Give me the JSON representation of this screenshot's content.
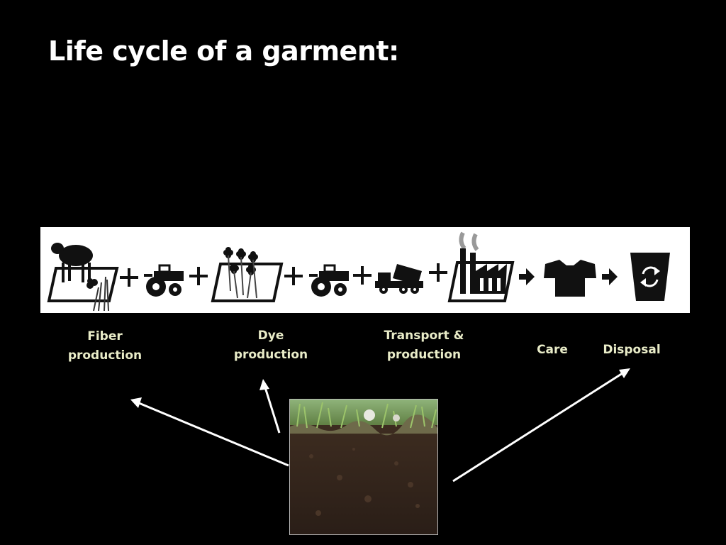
{
  "title": "Life cycle of a garment:",
  "stages": {
    "fiber": {
      "line1": "Fiber",
      "line2": "production"
    },
    "dye": {
      "line1": "Dye",
      "line2": "production"
    },
    "transport": {
      "line1": "Transport &",
      "line2": "production"
    },
    "care": {
      "line1": "Care"
    },
    "disposal": {
      "line1": "Disposal"
    }
  },
  "icons": [
    "sheep-icon",
    "clover-field-icon",
    "tractor-icon",
    "truck-icon",
    "factory-icon",
    "tshirt-icon",
    "recycle-bin-icon"
  ],
  "operators": [
    "plus",
    "plus",
    "plus",
    "plus",
    "plus",
    "arrow",
    "arrow"
  ],
  "colors": {
    "background": "#000000",
    "strip": "#ffffff",
    "label": "#e9ecc8",
    "soil": "#3b2a20"
  }
}
